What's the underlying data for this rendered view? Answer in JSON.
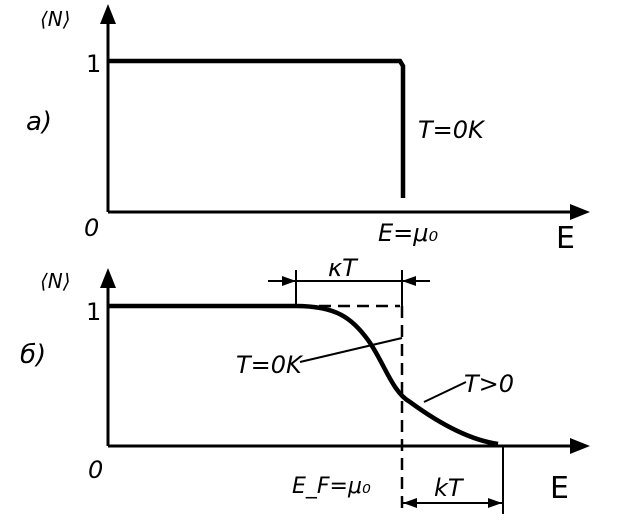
{
  "panel_a": {
    "label": "a)",
    "y_axis_label": "⟨N⟩",
    "y_tick_one": "1",
    "origin": "0",
    "x_axis_label": "E",
    "step_label": "E=μ₀",
    "temp_label": "T=0K"
  },
  "panel_b": {
    "label": "б)",
    "y_axis_label": "⟨N⟩",
    "y_tick_one": "1",
    "origin": "0",
    "x_axis_label": "E",
    "fermi_label": "E_F=μ₀",
    "kt_top_label": "κT",
    "kt_bottom_label": "kT",
    "zero_temp_label": "T=0K",
    "positive_temp_label": "T>0"
  },
  "colors": {
    "ink": "#000000",
    "background": "#ffffff"
  }
}
